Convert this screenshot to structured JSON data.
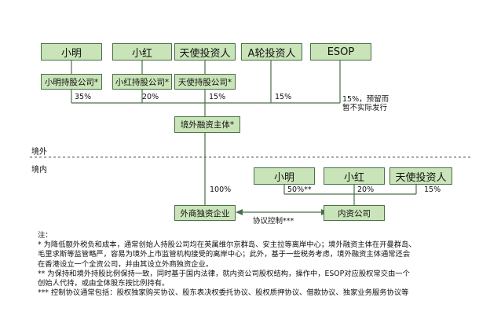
{
  "top_row": {
    "xiaoming": "小明",
    "xiaohong": "小红",
    "angel": "天使投资人",
    "a_round": "A轮投资人",
    "esop": "ESOP"
  },
  "holding_row": {
    "xiaoming": "小明持股公司*",
    "xiaohong": "小红持股公司*",
    "angel": "天使持股公司*"
  },
  "offshore_pcts": {
    "xiaoming": "35%",
    "xiaohong": "20%",
    "angel": "15%",
    "a_round": "15%",
    "esop": "15%，预留而",
    "esop_line2": "暂不实际发行"
  },
  "offshore_entity": "境外融资主体*",
  "regions": {
    "offshore": "境外",
    "onshore": "境内"
  },
  "onshore_row": {
    "xiaoming": "小明",
    "xiaohong": "小红",
    "angel": "天使投资人"
  },
  "onshore_pcts": {
    "wfoe": "100%",
    "xiaoming": "50%**",
    "xiaohong": "20%",
    "angel": "15%"
  },
  "wfoe": "外商独资企业",
  "domestic_co": "内资公司",
  "control_label": "协议控制***",
  "notes": {
    "title": "注：",
    "n1a": "* 为降低额外税负和成本，通常创始人持股公司均在英属维尔京群岛、安主拉等离岸中心；境外融资主体在开曼群岛、",
    "n1b": "毛里求斯等监管略严，容易为境外上市监管机构接受的离岸中心；此外，基于一些税务考虑，境外融资主体通常还会",
    "n1c": "在香港设立一个全资公司，并由其设立外商独资企业。",
    "n2a": "** 为保持和境外持股比例保持一致，同时基于国内法律，就内资公司股权结构，操作中，ESOP对应股权常交由一个",
    "n2b": "创始人代持，或由全体股东按比例持有。",
    "n3": "*** 控制协议通常包括：股权独家购买协议、股东表决权委托协议、股权质押协议、借款协议、独家业务服务协议等"
  }
}
